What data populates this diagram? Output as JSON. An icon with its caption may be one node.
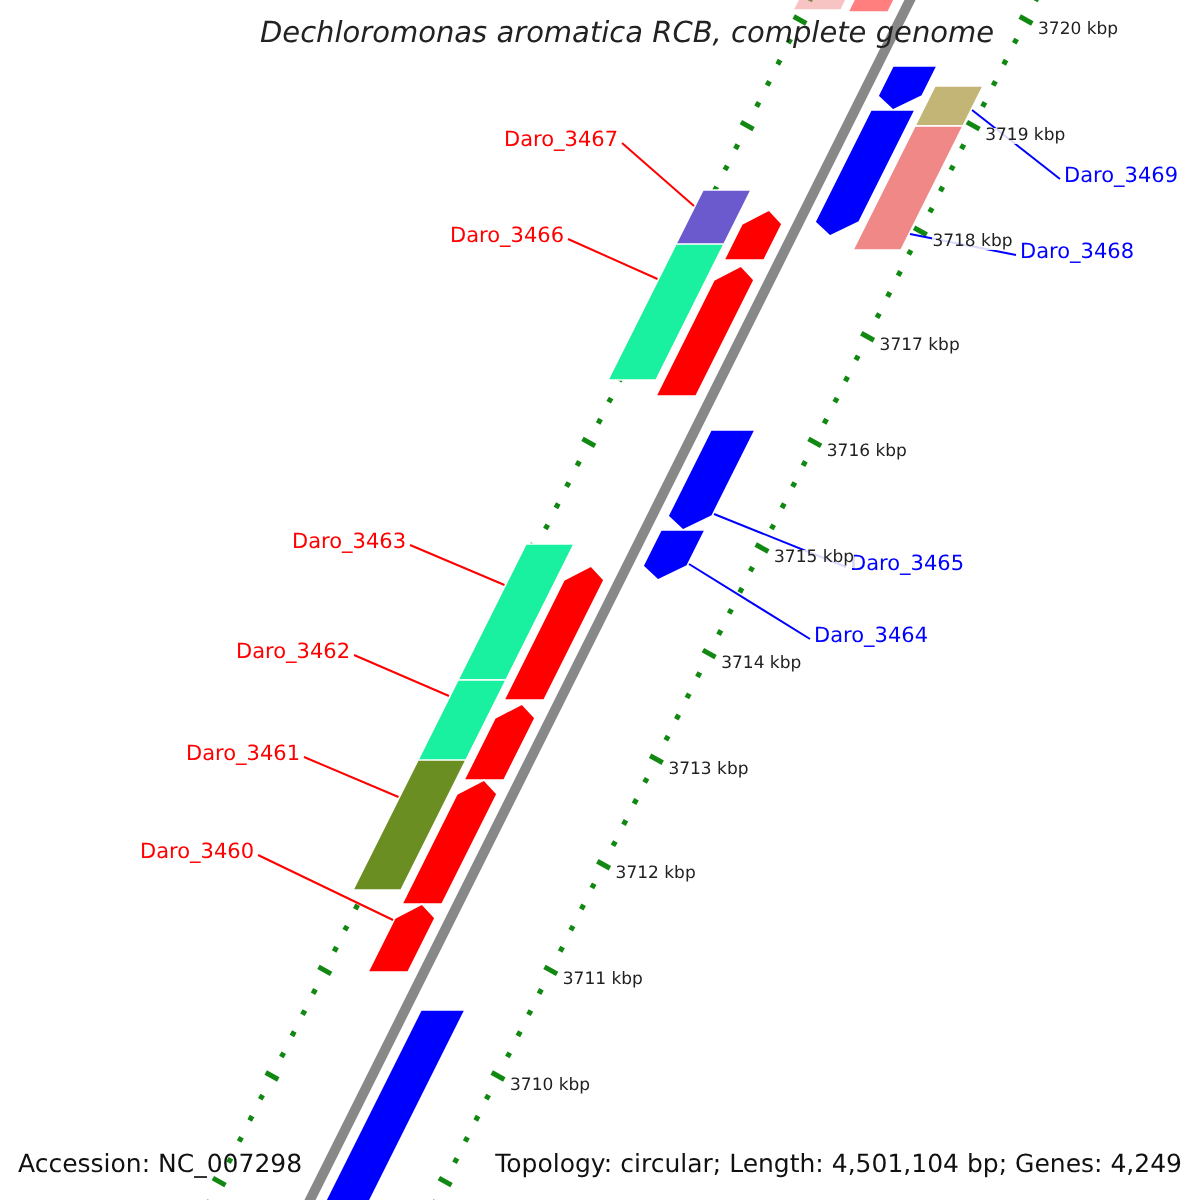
{
  "diagram": {
    "title": "Dechloromonas aromatica RCB, complete genome",
    "nodes": [
      {
        "text": [
          "Daro_3467"
        ]
      },
      {
        "text": [
          "Daro_3469"
        ]
      },
      {
        "text": [
          "Daro_3466"
        ]
      },
      {
        "text": [
          "Daro_3468"
        ]
      },
      {
        "text": [
          "Daro_3463"
        ]
      },
      {
        "text": [
          "Daro_3465"
        ]
      },
      {
        "text": [
          "Daro_3464"
        ]
      },
      {
        "text": [
          "Daro_3462"
        ]
      },
      {
        "text": [
          "Daro_3461"
        ]
      },
      {
        "text": [
          "Daro_3460"
        ]
      },
      {
        "text": [],
        "shape": "arrow"
      },
      {
        "text": [],
        "shape": "arrow"
      },
      {
        "text": [],
        "shape": "arrow"
      },
      {
        "text": [],
        "shape": "arrow"
      },
      {
        "text": [],
        "shape": "arrow"
      },
      {
        "text": [],
        "shape": "arrow"
      },
      {
        "text": [],
        "shape": "arrow"
      },
      {
        "text": [],
        "shape": "arrow"
      },
      {
        "text": [],
        "shape": "arrow"
      },
      {
        "text": [],
        "shape": "arrow"
      },
      {
        "text": [],
        "shape": "bar"
      },
      {
        "text": [],
        "shape": "arrow"
      },
      {
        "text": [],
        "shape": "bar"
      }
    ],
    "edges": [
      {
        "from": 0,
        "to": 10,
        "arrow": "none"
      },
      {
        "from": 1,
        "to": 11,
        "arrow": "none",
        "color": "#0000ff"
      },
      {
        "from": 2,
        "to": 12,
        "arrow": "none"
      },
      {
        "from": 3,
        "to": 13,
        "arrow": "none",
        "color": "#0000ff"
      },
      {
        "from": 4,
        "to": 14,
        "arrow": "none"
      },
      {
        "from": 5,
        "to": 15,
        "arrow": "none",
        "color": "#0000ff"
      },
      {
        "from": 6,
        "to": 16,
        "arrow": "none",
        "color": "#0000ff"
      },
      {
        "from": 7,
        "to": 17,
        "arrow": "none"
      },
      {
        "from": 8,
        "to": 18,
        "arrow": "none"
      },
      {
        "from": 9,
        "to": 19,
        "arrow": "none"
      }
    ],
    "labels": [
      "3720 kbp",
      "3719 kbp",
      "3718 kbp",
      "3717 kbp",
      "3716 kbp",
      "3715 kbp",
      "3714 kbp",
      "3713 kbp",
      "3712 kbp",
      "3711 kbp",
      "3710 kbp",
      "Accession: NC_007298",
      "Topology: circular; Length: 4,501,104 bp; Genes: 4,249"
    ]
  }
}
